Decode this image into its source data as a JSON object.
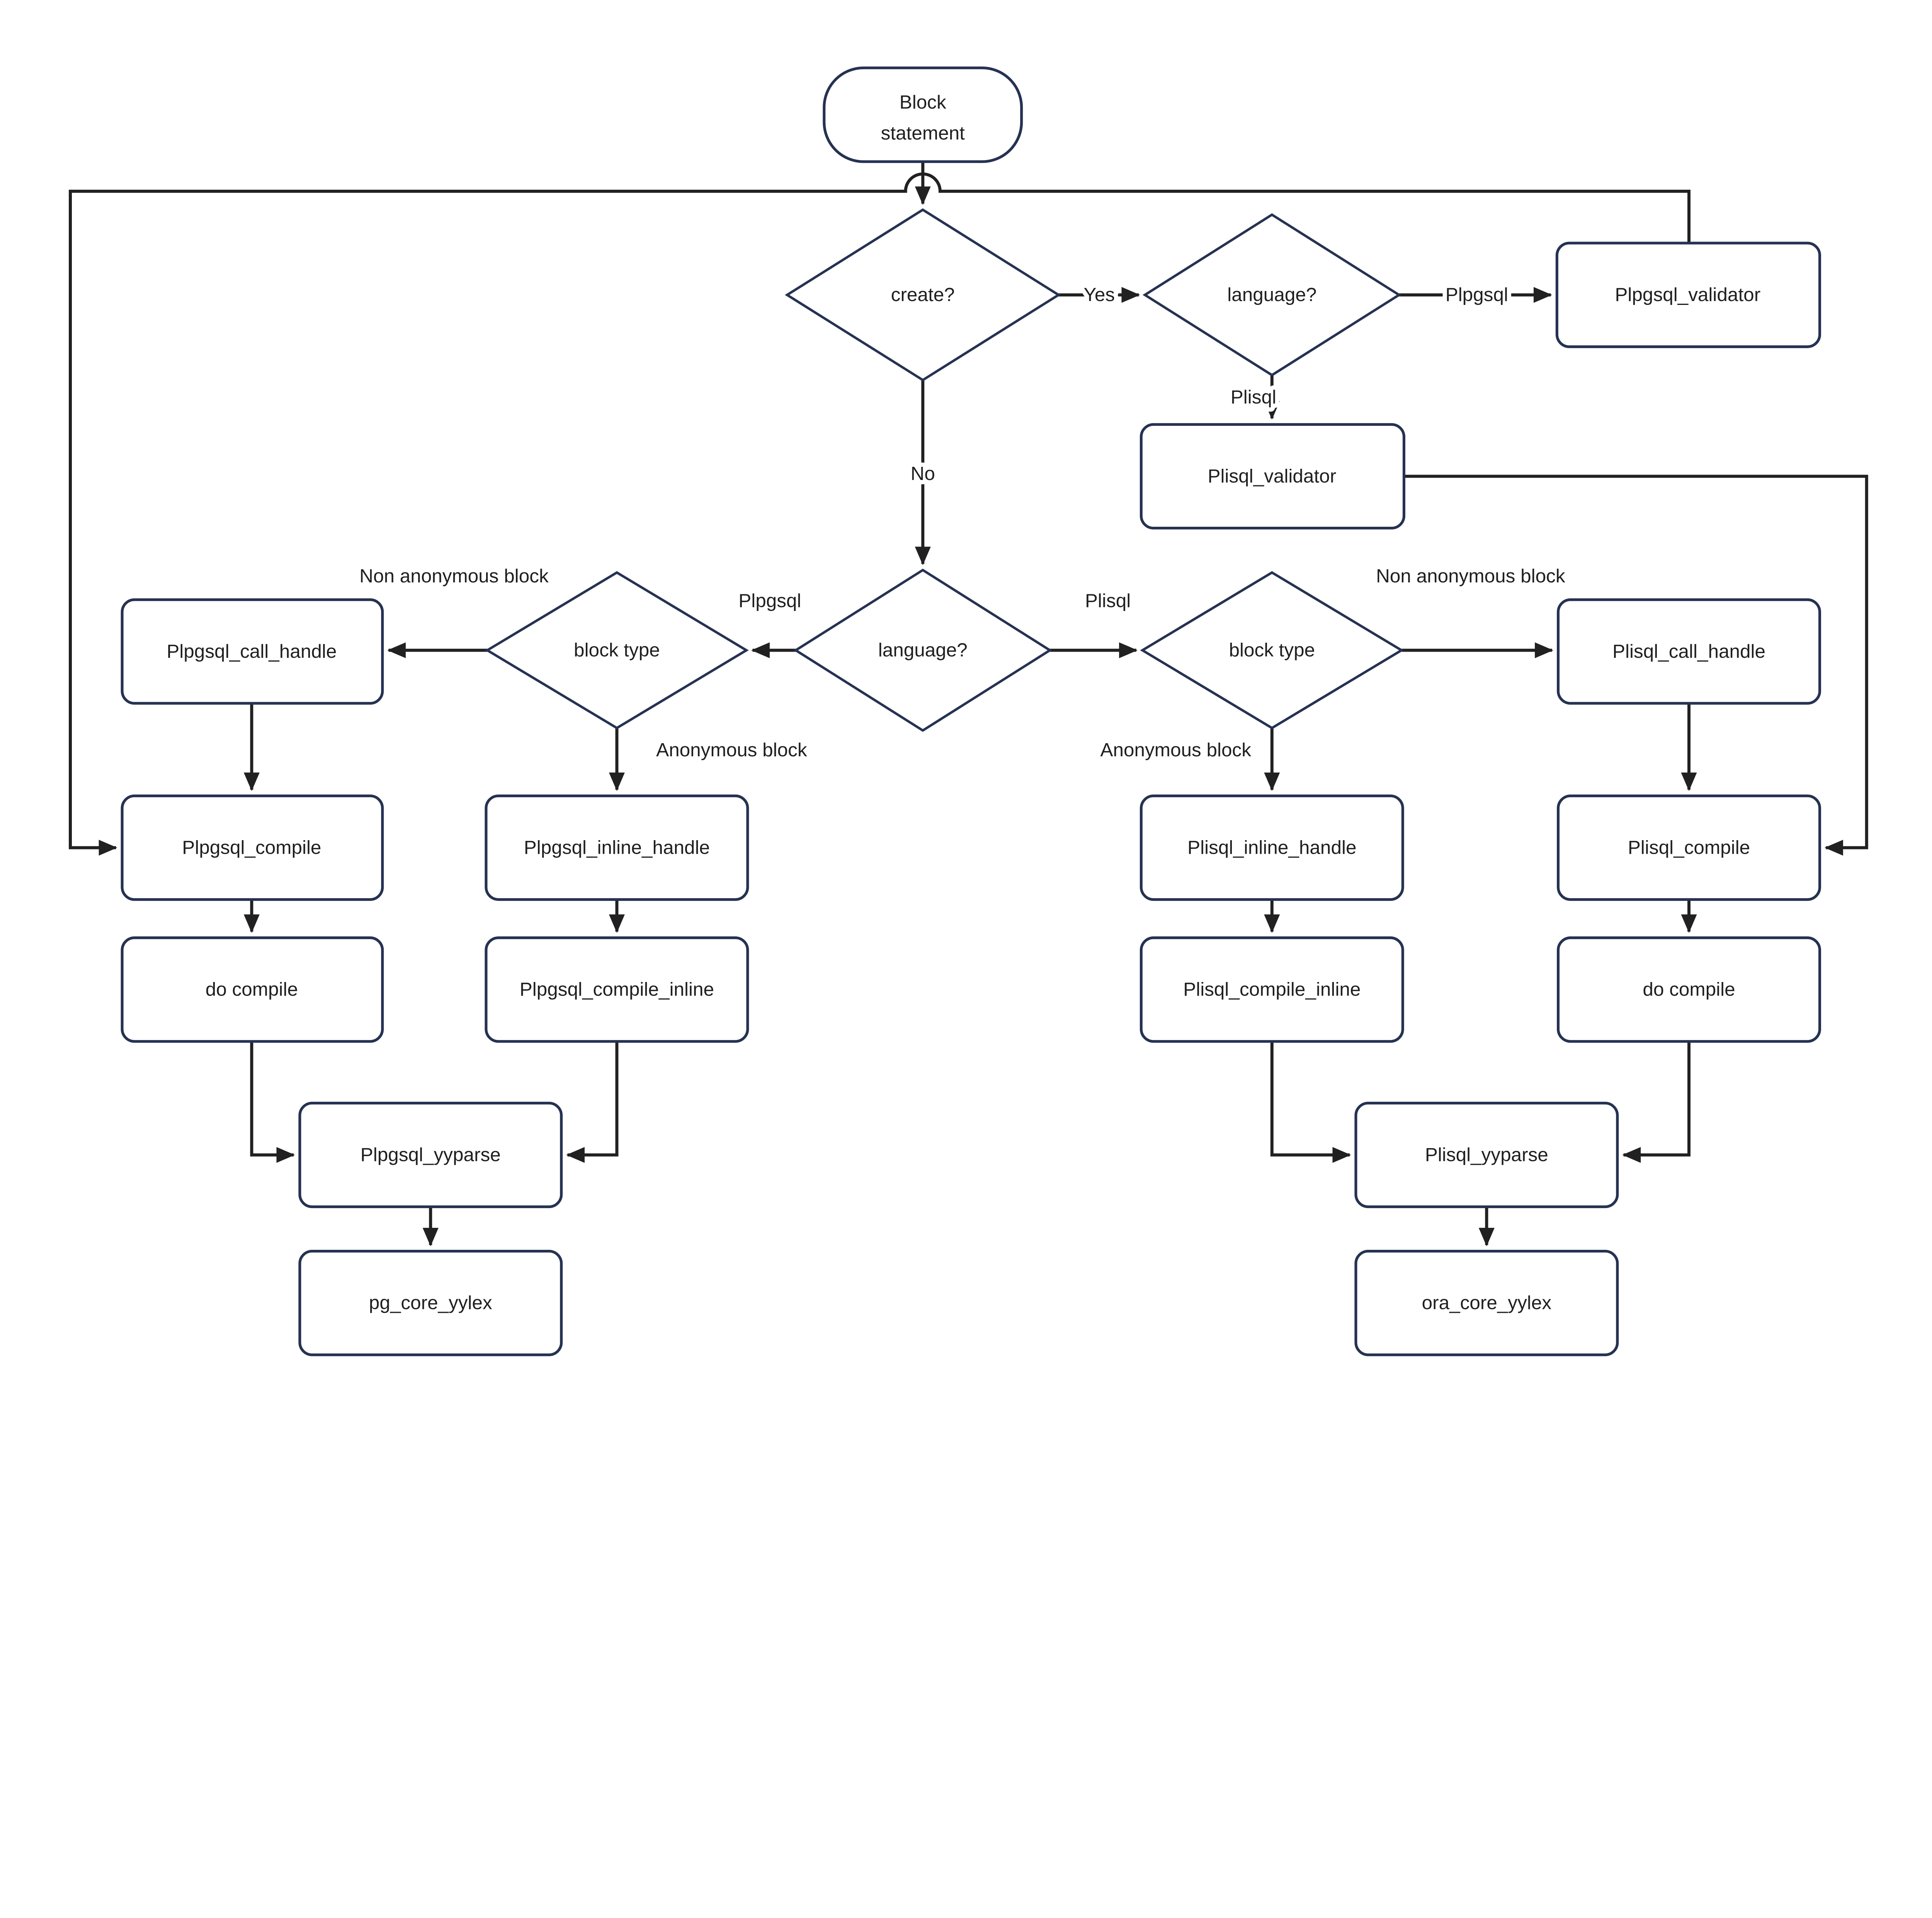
{
  "diagram": {
    "background": "#ffffff",
    "colors": {
      "node_border": "#263252",
      "edge": "#212121",
      "text": "#1f1f1f"
    },
    "terminal": {
      "line1": "Block",
      "line2": "statement"
    },
    "decisions": {
      "create": "create?",
      "language_top": "language?",
      "language_mid": "language?",
      "block_type_left": "block type",
      "block_type_right": "block type"
    },
    "nodes": {
      "plpgsql_validator": "Plpgsql_validator",
      "plisql_validator": "Plisql_validator",
      "plpgsql_call_handle": "Plpgsql_call_handle",
      "plpgsql_compile": "Plpgsql_compile",
      "do_compile_left": "do compile",
      "plpgsql_inline_handle": "Plpgsql_inline_handle",
      "plpgsql_compile_inline": "Plpgsql_compile_inline",
      "plpgsql_yyparse": "Plpgsql_yyparse",
      "pg_core_yylex": "pg_core_yylex",
      "plisql_call_handle": "Plisql_call_handle",
      "plisql_compile": "Plisql_compile",
      "do_compile_right": "do compile",
      "plisql_inline_handle": "Plisql_inline_handle",
      "plisql_compile_inline": "Plisql_compile_inline",
      "plisql_yyparse": "Plisql_yyparse",
      "ora_core_yylex": "ora_core_yylex"
    },
    "edge_labels": {
      "yes": "Yes",
      "no": "No",
      "plpgsql_create": "Plpgsql",
      "plisql_create": "Plisql",
      "plpgsql_do": "Plpgsql",
      "plisql_do": "Plisql",
      "non_anonymous_left": "Non anonymous block",
      "anonymous_left": "Anonymous block",
      "non_anonymous_right": "Non anonymous block",
      "anonymous_right": "Anonymous block"
    }
  }
}
